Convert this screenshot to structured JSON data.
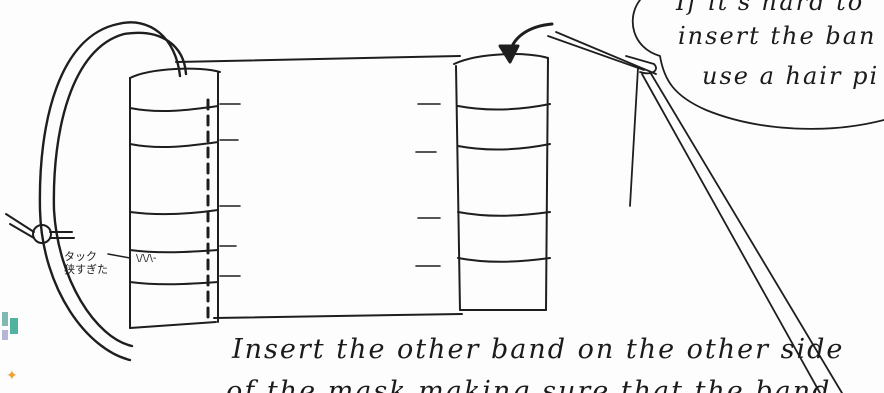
{
  "speech_bubble": {
    "lines": [
      "If it's hard to",
      "insert the ban",
      "use a hair pi"
    ]
  },
  "caption": {
    "line1": "Insert the other band on the other side",
    "line2": "of the mask making sure that the band"
  },
  "japanese_note": {
    "line1": "タック",
    "line2": "狭すぎた"
  },
  "tuck_mark_label": "\\/\\/\\-"
}
